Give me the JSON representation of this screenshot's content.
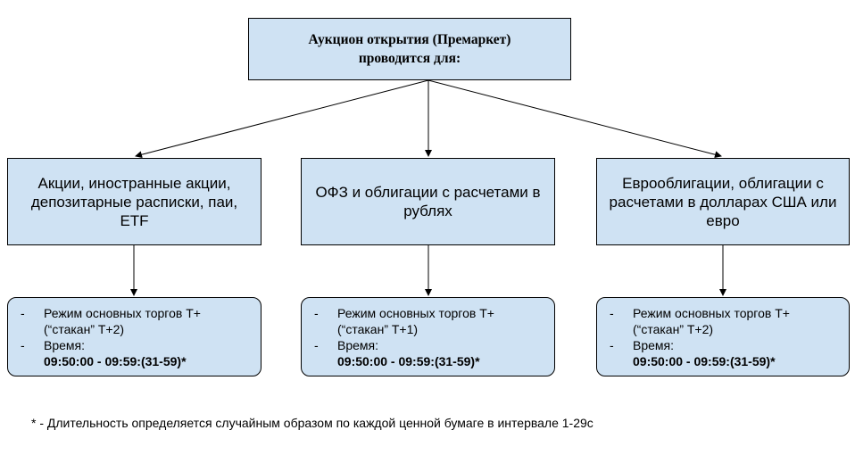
{
  "header": {
    "line1": "Аукцион открытия (Премаркет)",
    "line2": "проводится для:"
  },
  "categories": [
    {
      "label": "Акции, иностранные акции, депозитарные расписки, паи, ETF"
    },
    {
      "label": "ОФЗ и облигации с расчетами в рублях"
    },
    {
      "label": "Еврооблигации, облигации с расчетами в долларах США или евро"
    }
  ],
  "details": [
    {
      "mode_line1": "Режим основных торгов Т+",
      "mode_line2": "(“стакан” Т+2)",
      "time_label": "Время:",
      "time_value": "09:50:00 - 09:59:(31-59)*"
    },
    {
      "mode_line1": "Режим основных торгов Т+",
      "mode_line2": "(“стакан” Т+1)",
      "time_label": "Время:",
      "time_value": "09:50:00 - 09:59:(31-59)*"
    },
    {
      "mode_line1": "Режим основных торгов Т+",
      "mode_line2": "(“стакан” Т+2)",
      "time_label": "Время:",
      "time_value": "09:50:00 - 09:59:(31-59)*"
    }
  ],
  "footnote": "* - Длительность определяется случайным образом по каждой ценной бумаге в интервале 1-29с",
  "colors": {
    "box_fill": "#cfe2f3",
    "stroke": "#000000"
  }
}
